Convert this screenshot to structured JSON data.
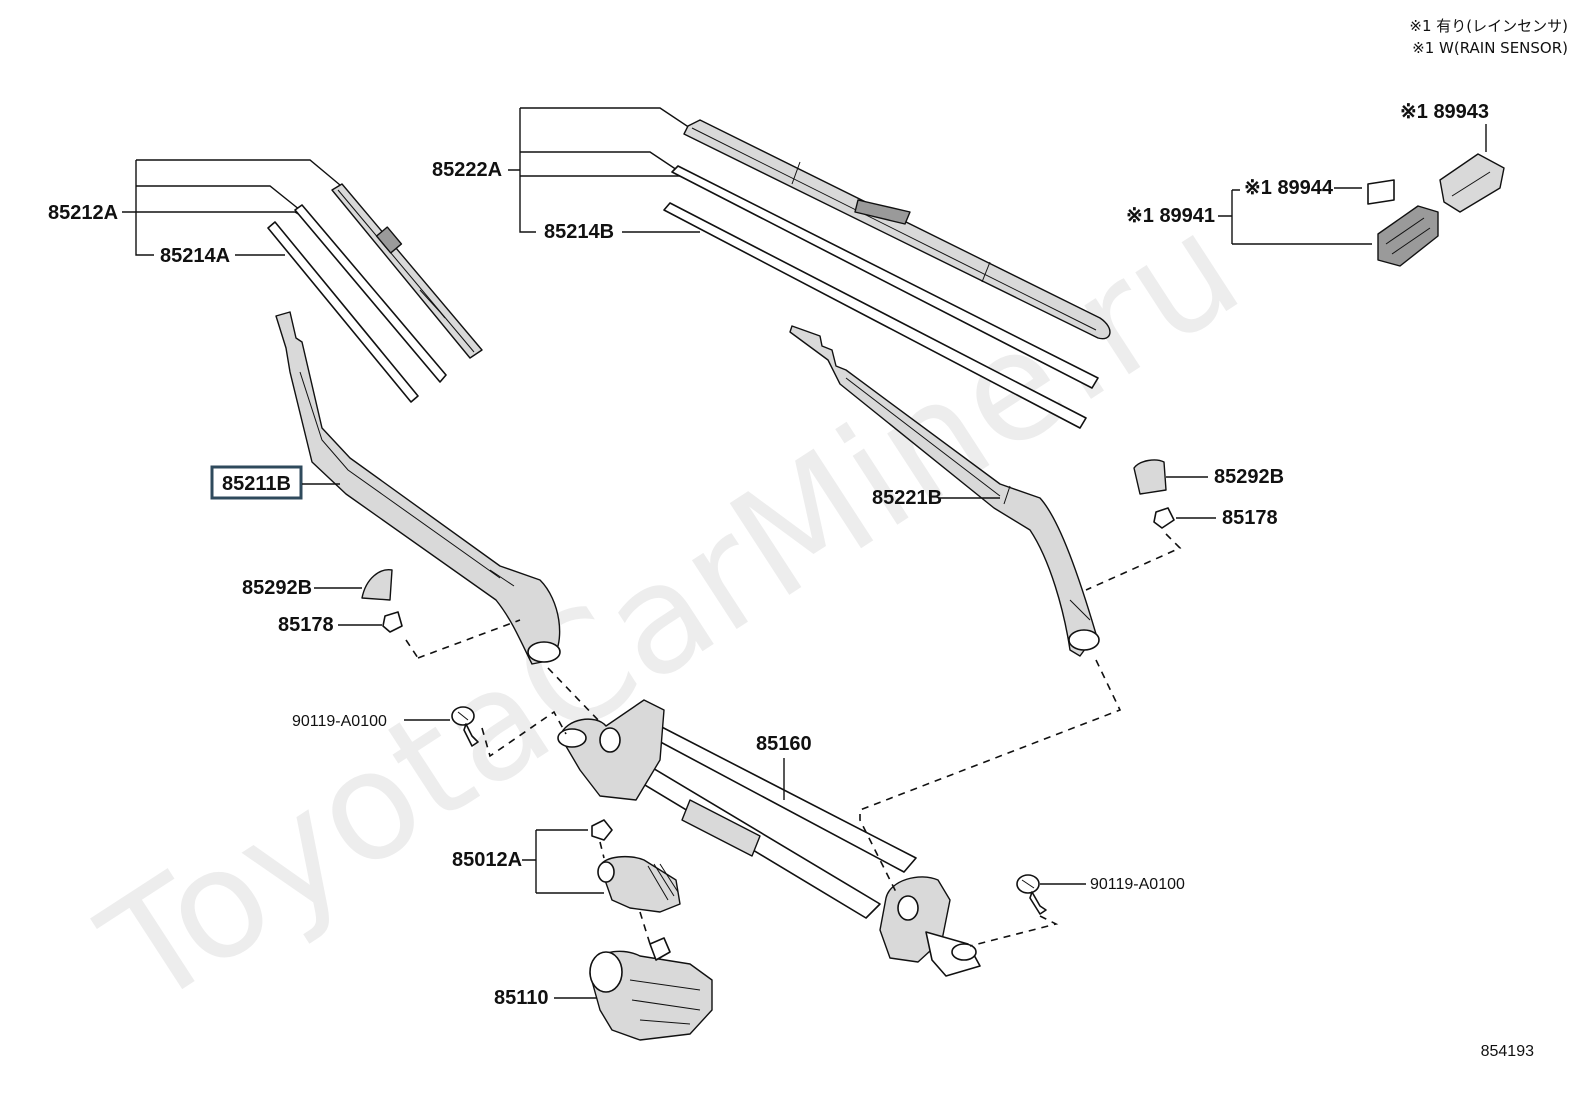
{
  "notes": {
    "line1": "※1 有り(レインセンサ)",
    "line2": "※1 W(RAIN SENSOR)"
  },
  "watermark": "ToyotaCarMine.ru",
  "diagram_id": "854193",
  "highlight_color": "#2f4a5c",
  "labels": {
    "p85212A": "85212A",
    "p85214A": "85214A",
    "p85222A": "85222A",
    "p85214B": "85214B",
    "p85211B": "85211B",
    "p85221B": "85221B",
    "p85292B_left": "85292B",
    "p85292B_right": "85292B",
    "p85178_left": "85178",
    "p85178_right": "85178",
    "p90119_left": "90119-A0100",
    "p90119_right": "90119-A0100",
    "p85160": "85160",
    "p85012A": "85012A",
    "p85110": "85110",
    "p89943": "※1 89943",
    "p89944": "※1 89944",
    "p89941": "※1 89941"
  }
}
